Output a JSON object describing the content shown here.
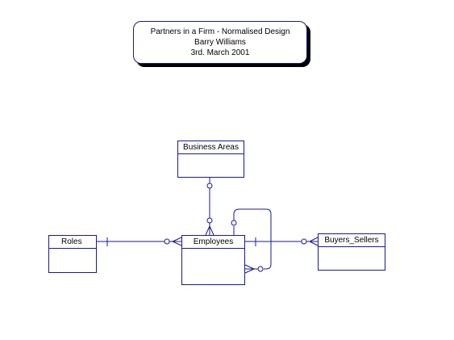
{
  "title_block": {
    "line1": "Partners in a Firm - Normalised Design",
    "line2": "Barry Williams",
    "line3": "3rd. March 2001"
  },
  "entities": {
    "business_areas": "Business Areas",
    "roles": "Roles",
    "employees": "Employees",
    "buyers_sellers": "Buyers_Sellers"
  },
  "colors": {
    "line": "#1a1a8c",
    "shadow": "#000000"
  }
}
